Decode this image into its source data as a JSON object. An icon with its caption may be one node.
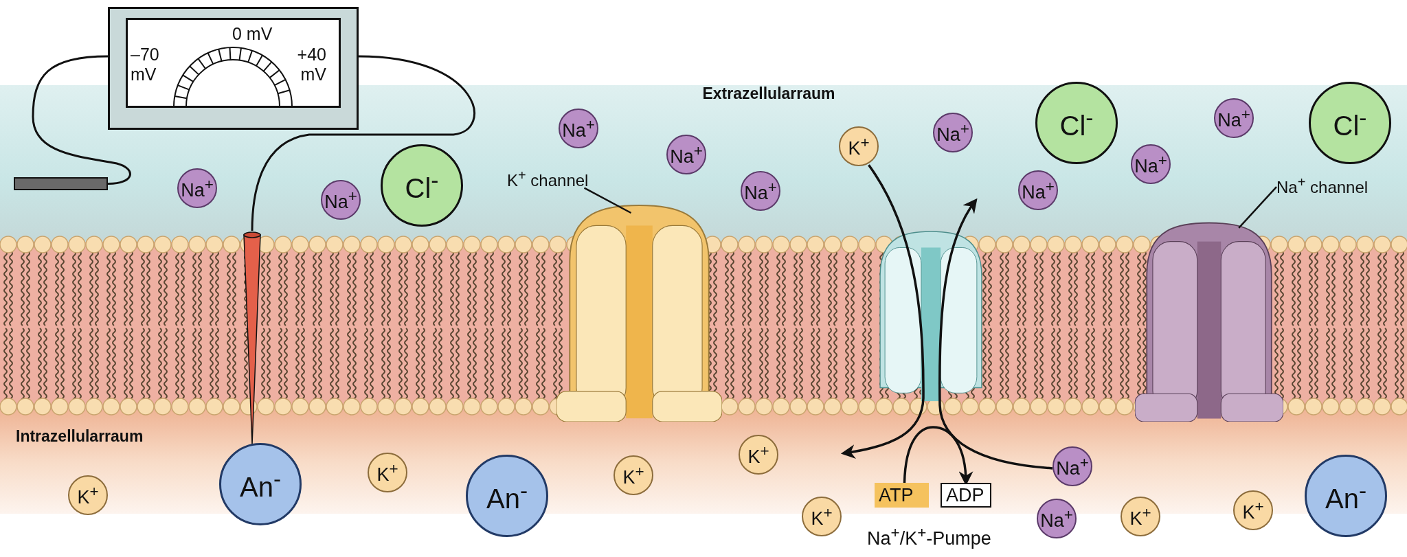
{
  "diagram": {
    "nodes": [
      {
        "text": [
          "–70 mV",
          "0 mV",
          "+40 mV"
        ]
      },
      {
        "text": [],
        "shape": "bar"
      },
      {
        "text": [],
        "shape": "needle"
      },
      {
        "text": [
          "Na$^{+}$"
        ]
      },
      {
        "text": [
          "Na$^{+}$"
        ]
      },
      {
        "text": [
          "Cl$^{-}$"
        ]
      },
      {
        "text": [
          "Na$^{+}$"
        ]
      },
      {
        "text": [
          "Na$^{+}$"
        ]
      },
      {
        "text": [
          "Na$^{+}$"
        ]
      },
      {
        "text": [
          "K$^{+}$"
        ]
      },
      {
        "text": [
          "Na$^{+}$"
        ]
      },
      {
        "text": [
          "Cl$^{-}$"
        ]
      },
      {
        "text": [
          "Na$^{+}$"
        ]
      },
      {
        "text": [
          "Na$^{+}$"
        ]
      },
      {
        "text": [
          "Na$^{+}$"
        ]
      },
      {
        "text": [
          "Cl$^{-}$"
        ]
      },
      {
        "text": [
          "K$^{+}$ channel"
        ]
      },
      {
        "text": [],
        "shape": "picture"
      },
      {
        "text": [],
        "shape": "picture"
      },
      {
        "text": [
          "Na$^{+}$ channel"
        ]
      },
      {
        "text": [],
        "shape": "picture"
      },
      {
        "text": [
          "K$^{+}$"
        ]
      },
      {
        "text": [
          "An$^{-}$"
        ]
      },
      {
        "text": [
          "K$^{+}$"
        ]
      },
      {
        "text": [
          "An$^{-}$"
        ]
      },
      {
        "text": [
          "K$^{+}$"
        ]
      },
      {
        "text": [
          "K$^{+}$"
        ]
      },
      {
        "text": [
          "Na$^{+}$"
        ]
      },
      {
        "text": [
          "ATP"
        ]
      },
      {
        "text": [
          "ADP"
        ]
      },
      {
        "text": [
          "K$^{+}$"
        ]
      },
      {
        "text": [
          "Na$^{+}$"
        ]
      },
      {
        "text": [
          "K$^{+}$"
        ]
      },
      {
        "text": [
          "K$^{+}$"
        ]
      },
      {
        "text": [
          "An$^{-}$"
        ]
      }
    ],
    "edges": [
      {
        "from": 0,
        "to": 1,
        "arrow": "none"
      },
      {
        "from": 0,
        "to": 2,
        "arrow": "none"
      },
      {
        "from": 16,
        "to": 17,
        "arrow": "none"
      },
      {
        "from": 19,
        "to": 20,
        "arrow": "none"
      },
      {
        "from": 9,
        "to": null,
        "arrow": "to"
      },
      {
        "from": 27,
        "to": null,
        "arrow": "to"
      },
      {
        "from": 28,
        "to": 29,
        "arrow": "to"
      }
    ],
    "labels": [
      "Extrazellularraum",
      "Intrazellularraum",
      "Na$^{+}$/K$^{+}$-Pumpe"
    ]
  }
}
